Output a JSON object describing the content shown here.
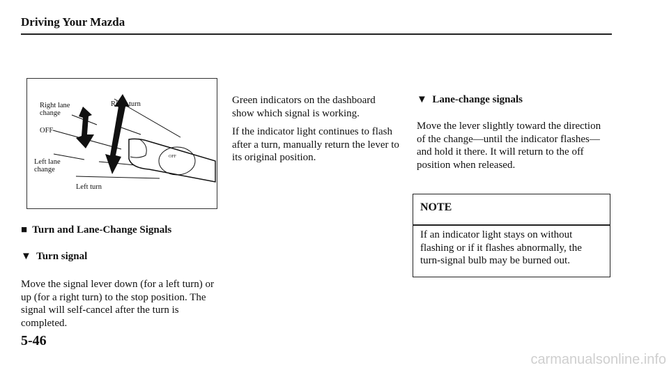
{
  "header": {
    "title": "Driving Your Mazda"
  },
  "figure": {
    "labels": {
      "right_lane_change": "Right lane change",
      "right_turn": "Right turn",
      "off": "OFF",
      "left_lane_change": "Left lane change",
      "left_turn": "Left turn",
      "switch_off": "OFF"
    }
  },
  "column1": {
    "section_heading": "Turn and Lane-Change Signals",
    "sub_heading": "Turn signal",
    "paragraph": "Move the signal lever down (for a left turn) or up (for a right turn) to the stop position. The signal will self-cancel after the turn is completed."
  },
  "column2": {
    "paragraph1": "Green indicators on the dashboard show which signal is working.",
    "paragraph2": "If the indicator light continues to flash after a turn, manually return the lever to its original position."
  },
  "column3": {
    "sub_heading": "Lane-change signals",
    "paragraph": "Move the lever slightly toward the direction of the change—until the indicator flashes—and hold it there. It will return to the off position when released.",
    "note": {
      "title": "NOTE",
      "body": "If an indicator light stays on without flashing or if it flashes abnormally, the turn-signal bulb may be burned out."
    }
  },
  "page_number": "5-46",
  "watermark": "carmanualsonline.info"
}
